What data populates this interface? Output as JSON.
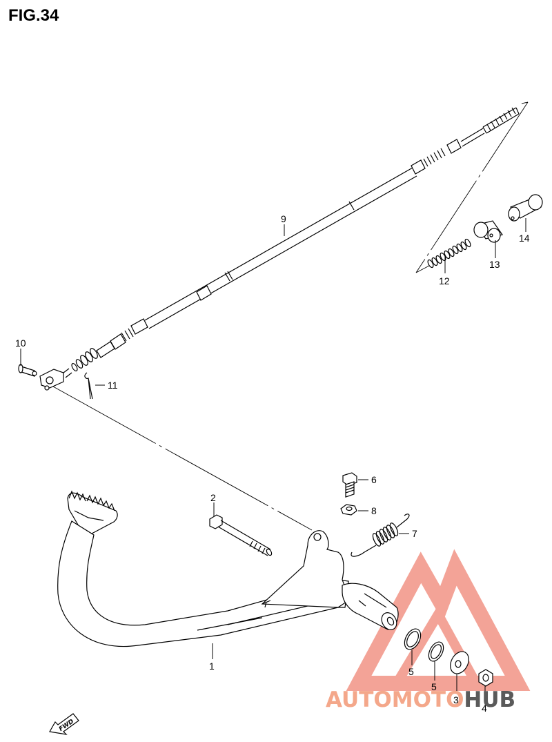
{
  "figure": {
    "title": "FIG.34"
  },
  "callouts": [
    {
      "number": "1"
    },
    {
      "number": "2"
    },
    {
      "number": "3"
    },
    {
      "number": "4"
    },
    {
      "number": "5"
    },
    {
      "number": "5"
    },
    {
      "number": "6"
    },
    {
      "number": "7"
    },
    {
      "number": "8"
    },
    {
      "number": "9"
    },
    {
      "number": "10"
    },
    {
      "number": "11"
    },
    {
      "number": "12"
    },
    {
      "number": "13"
    },
    {
      "number": "14"
    }
  ],
  "direction_marker": {
    "label": "FWD"
  },
  "watermark": {
    "part1": "AUTO",
    "part2": "MOTO",
    "part3": "HUB",
    "color_light": "#f4a78a",
    "color_dark": "#5a5a5a",
    "logo_color": "#f29a8c"
  }
}
